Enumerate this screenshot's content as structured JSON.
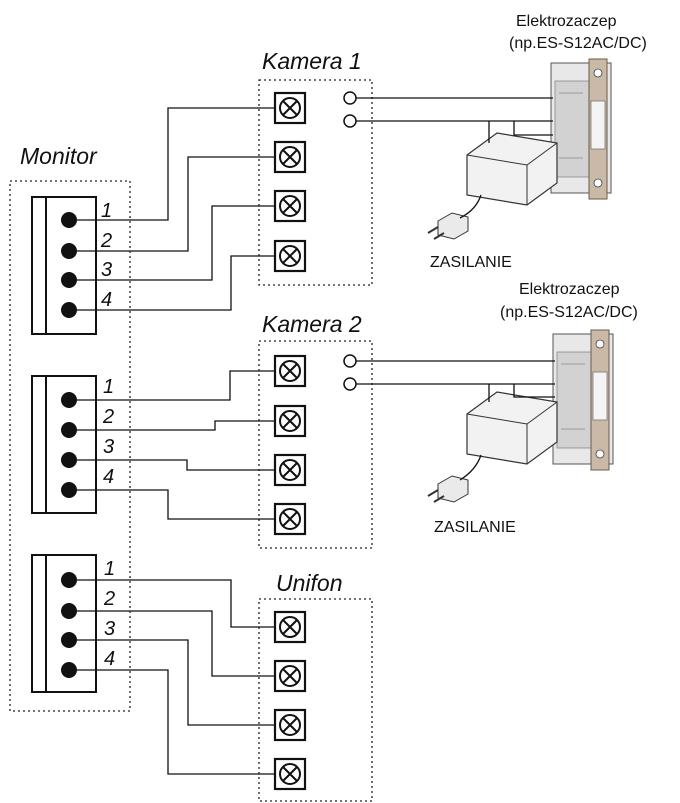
{
  "monitor": {
    "title": "Monitor",
    "pins": [
      "1",
      "2",
      "3",
      "4"
    ]
  },
  "kamera1": {
    "title": "Kamera 1"
  },
  "kamera2": {
    "title": "Kamera 2"
  },
  "unifon": {
    "title": "Unifon"
  },
  "lock1": {
    "title": "Elektrozaczep",
    "model": "(np.ES-S12AC/DC)",
    "supply": "ZASILANIE"
  },
  "lock2": {
    "title": "Elektrozaczep",
    "model": "(np.ES-S12AC/DC)",
    "supply": "ZASILANIE"
  }
}
